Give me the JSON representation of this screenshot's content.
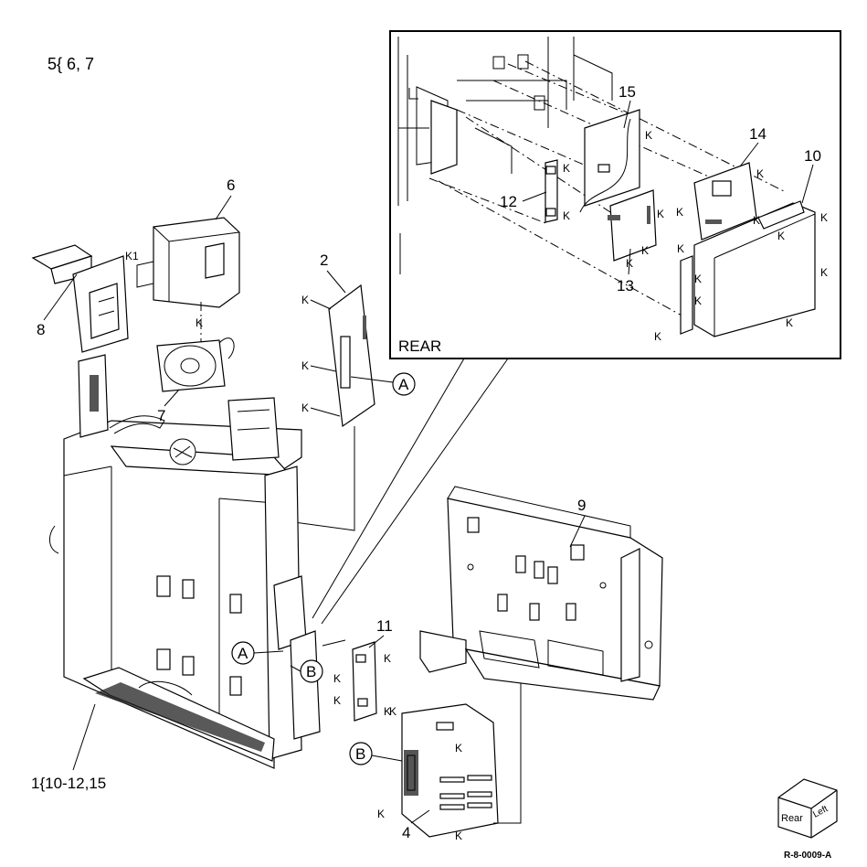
{
  "group_label_top": "5{ 6, 7",
  "group_label_bottom": "1{10-12,15",
  "inset_label": "REAR",
  "figure_code": "R-8-0009-A",
  "orientation": {
    "rear": "Rear",
    "left": "Left"
  },
  "part_numbers": {
    "p1": "1",
    "p2": "2",
    "p4": "4",
    "p6": "6",
    "p7": "7",
    "p8": "8",
    "p9": "9",
    "p10": "10",
    "p11": "11",
    "p12": "12",
    "p13": "13",
    "p14": "14",
    "p15": "15"
  },
  "connectors": {
    "a": "A",
    "b": "B"
  },
  "screw_label": "K",
  "screw_label_k1": "K1"
}
